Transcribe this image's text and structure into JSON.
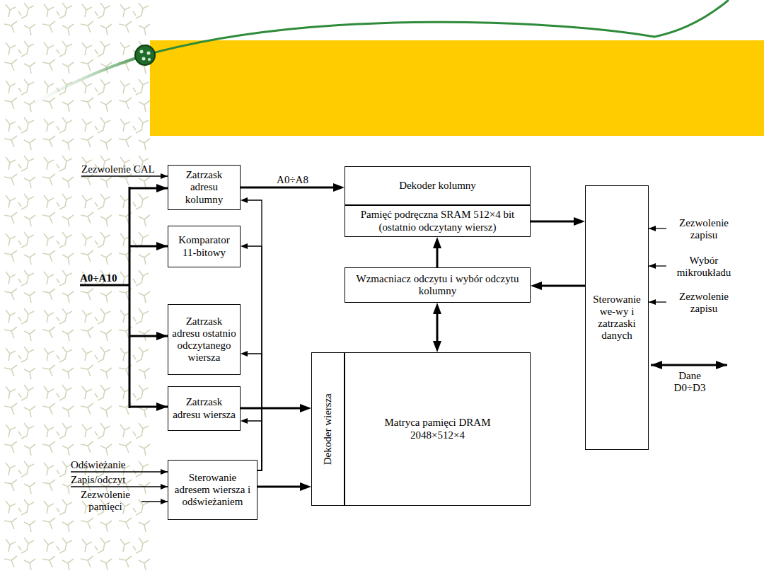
{
  "diagram": {
    "nodes": [
      {
        "text": [
          "Zatrzask adresu kolumny"
        ]
      },
      {
        "text": [
          "Komparator 11-bitowy"
        ]
      },
      {
        "text": [
          "Zatrzask adresu ostatnio odczytanego wiersza"
        ]
      },
      {
        "text": [
          "Zatrzask adresu wiersza"
        ]
      },
      {
        "text": [
          "Sterowanie adresem wiersza i odświeżaniem"
        ]
      },
      {
        "text": [
          "Dekoder kolumny"
        ]
      },
      {
        "text": [
          "Pamięć podręczna SRAM 512×4 bit (ostatnio odczytany wiersz)"
        ]
      },
      {
        "text": [
          "Wzmacniacz odczytu i wybór odczytu kolumny"
        ]
      },
      {
        "text": [
          "Dekoder wiersza"
        ]
      },
      {
        "text": [
          "Matryca pamięci DRAM 2048×512×4"
        ]
      },
      {
        "text": [
          "Sterowanie we-wy i zatrzaski danych"
        ]
      }
    ],
    "edges": [
      {
        "from": 0,
        "to": 5,
        "arrow": "to",
        "label": "A0÷A8"
      },
      {
        "from": 3,
        "to": 8,
        "arrow": "to"
      },
      {
        "from": 4,
        "to": 8,
        "arrow": "to"
      },
      {
        "from": 4,
        "to": 0,
        "arrow": "to"
      },
      {
        "from": 4,
        "to": 1,
        "arrow": "to"
      },
      {
        "from": 4,
        "to": 2,
        "arrow": "to"
      },
      {
        "from": 4,
        "to": 3,
        "arrow": "to"
      },
      {
        "from": 6,
        "to": 10,
        "arrow": "to"
      },
      {
        "from": 10,
        "to": 7,
        "arrow": "to"
      },
      {
        "from": 7,
        "to": 6,
        "arrow": "to"
      },
      {
        "from": 9,
        "to": 7,
        "arrow": "both"
      }
    ],
    "labels": [
      "Zezwolenie CAL",
      "A0÷A10",
      "Zezwolenie zapisu",
      "Wybór mikroukładu",
      "Zezwolenie zapisu",
      "Dane D0÷D3",
      "Odświeżanie",
      "Zapis/odczyt",
      "Zezwolenie pamięci"
    ]
  }
}
